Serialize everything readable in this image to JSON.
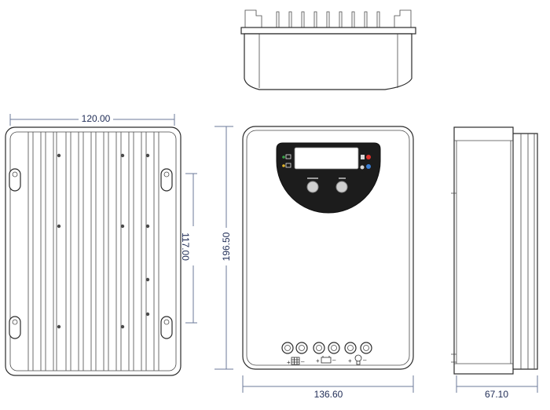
{
  "dimensions": {
    "back_width": "120.00",
    "mount_spacing": "117.00",
    "height": "196.50",
    "front_width": "136.60",
    "depth": "67.10"
  },
  "colors": {
    "dimension_line": "#6b7a9a",
    "dimension_text": "#1e2b55",
    "outline": "#2b2b2b",
    "panel": "#1c1c1c",
    "led_red": "#e0332b",
    "led_blue": "#3a7fd5"
  },
  "icons": {
    "solar": "solar-panel-icon",
    "battery": "battery-icon",
    "load": "lightbulb-icon"
  }
}
